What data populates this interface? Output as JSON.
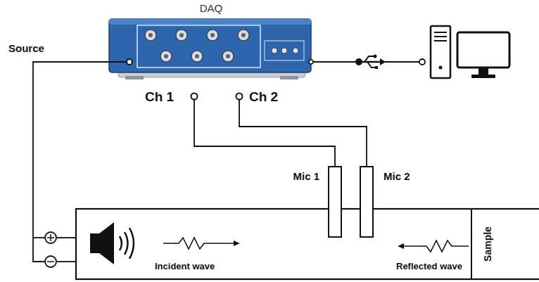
{
  "diagram": {
    "nodes": [
      {
        "text": [
          "DAQ"
        ]
      },
      {
        "text": [
          "Mic 1"
        ]
      },
      {
        "text": [
          "Mic 2"
        ]
      },
      {
        "text": [
          "Sample"
        ]
      }
    ],
    "edges": [
      {
        "from": 0,
        "to": 1,
        "arrow": "none"
      },
      {
        "from": 0,
        "to": 2,
        "arrow": "none"
      }
    ],
    "labels": [
      "Source",
      "Ch 1",
      "Ch 2",
      "Incident wave",
      "Reflected wave"
    ]
  }
}
